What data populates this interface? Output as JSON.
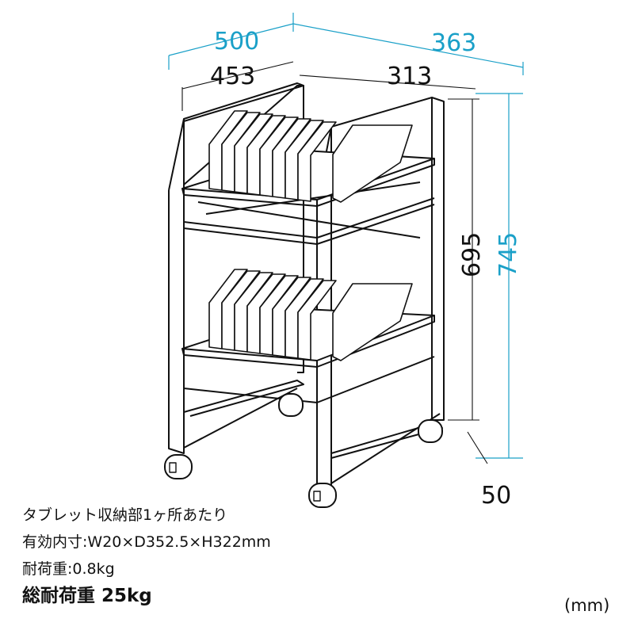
{
  "colors": {
    "accent": "#1aa0c8",
    "line": "#111111"
  },
  "dimensions": {
    "overall_width": "500",
    "inner_width": "453",
    "overall_depth": "363",
    "inner_depth": "313",
    "inner_height": "695",
    "overall_height": "745",
    "caster_height": "50"
  },
  "notes": {
    "line1": "タブレット収納部1ヶ所あたり",
    "line2": "有効内寸:W20×D352.5×H322mm",
    "line3": "耐荷重:0.8kg",
    "total_load": "総耐荷重 25kg"
  },
  "unit": "(mm)"
}
